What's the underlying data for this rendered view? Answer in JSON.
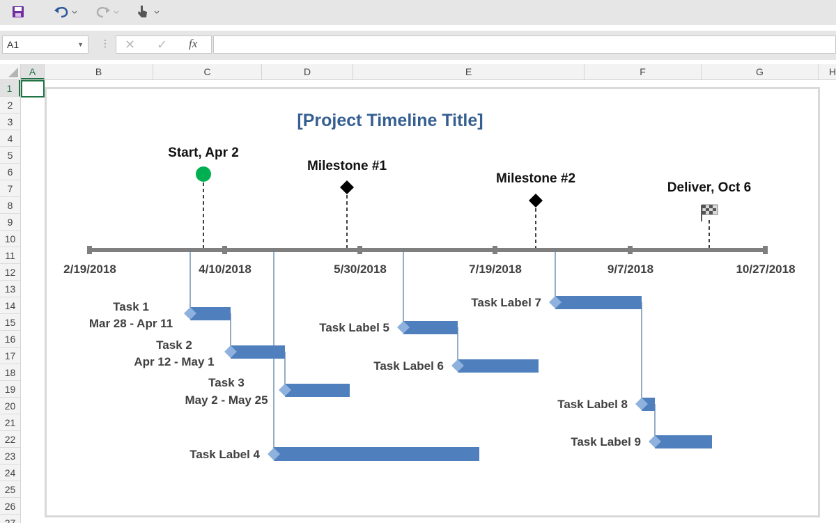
{
  "toolbar": {
    "icons": [
      "save-icon",
      "undo-icon",
      "redo-icon",
      "touch-mode-icon"
    ]
  },
  "formula_bar": {
    "name_box": "A1",
    "fx": "fx",
    "content": ""
  },
  "columns": [
    "A",
    "B",
    "C",
    "D",
    "E",
    "F",
    "G",
    "H"
  ],
  "rows": [
    "1",
    "2",
    "3",
    "4",
    "5",
    "6",
    "7",
    "8",
    "9",
    "10",
    "11",
    "12",
    "13",
    "14",
    "15",
    "16",
    "17",
    "18",
    "19",
    "20",
    "21",
    "22",
    "23",
    "24",
    "25",
    "26",
    "27"
  ],
  "chart": {
    "title": "[Project Timeline Title]",
    "axis_dates": [
      "2/19/2018",
      "4/10/2018",
      "5/30/2018",
      "7/19/2018",
      "9/7/2018",
      "10/27/2018"
    ],
    "milestones": [
      {
        "label": "Start, Apr 2",
        "shape": "circle",
        "color": "#00b050"
      },
      {
        "label": "Milestone #1",
        "shape": "diamond",
        "color": "#000000"
      },
      {
        "label": "Milestone #2",
        "shape": "diamond",
        "color": "#000000"
      },
      {
        "label": "Deliver, Oct 6",
        "shape": "flag",
        "color": "#7f7f7f"
      }
    ],
    "tasks": [
      {
        "line1": "Task 1",
        "line2": "Mar 28 - Apr 11"
      },
      {
        "line1": "Task 2",
        "line2": "Apr 12 - May 1"
      },
      {
        "line1": "Task 3",
        "line2": "May 2 - May 25"
      },
      {
        "line1": "Task Label 4",
        "line2": ""
      },
      {
        "line1": "Task Label 5",
        "line2": ""
      },
      {
        "line1": "Task Label 6",
        "line2": ""
      },
      {
        "line1": "Task Label 7",
        "line2": ""
      },
      {
        "line1": "Task Label 8",
        "line2": ""
      },
      {
        "line1": "Task Label 9",
        "line2": ""
      }
    ],
    "colors": {
      "bar": "#4f7fbc",
      "diamond": "#8eb1dd",
      "axis": "#7f7f7f",
      "title": "#365f91"
    }
  }
}
